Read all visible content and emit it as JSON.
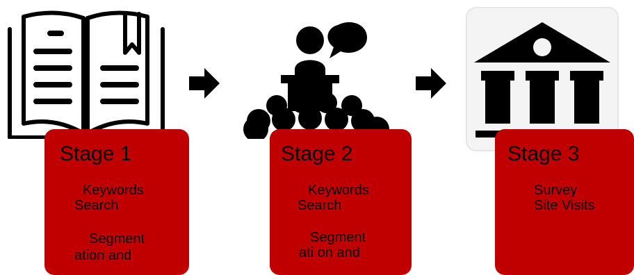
{
  "colors": {
    "box_fill": "#c00000",
    "icon": "#000000",
    "arrow": "#000000"
  },
  "icons": [
    "open-book-icon",
    "speaker-audience-icon",
    "institution-building-icon"
  ],
  "stages": [
    {
      "title": "Stage 1",
      "lines": [
        "Keywords",
        "Search",
        "Segment",
        "ation and"
      ]
    },
    {
      "title": "Stage 2",
      "lines": [
        "Keywords",
        "Search",
        "Segment",
        "ati on and"
      ]
    },
    {
      "title": "Stage 3",
      "lines": [
        "Survey",
        "Site Visits"
      ]
    }
  ]
}
